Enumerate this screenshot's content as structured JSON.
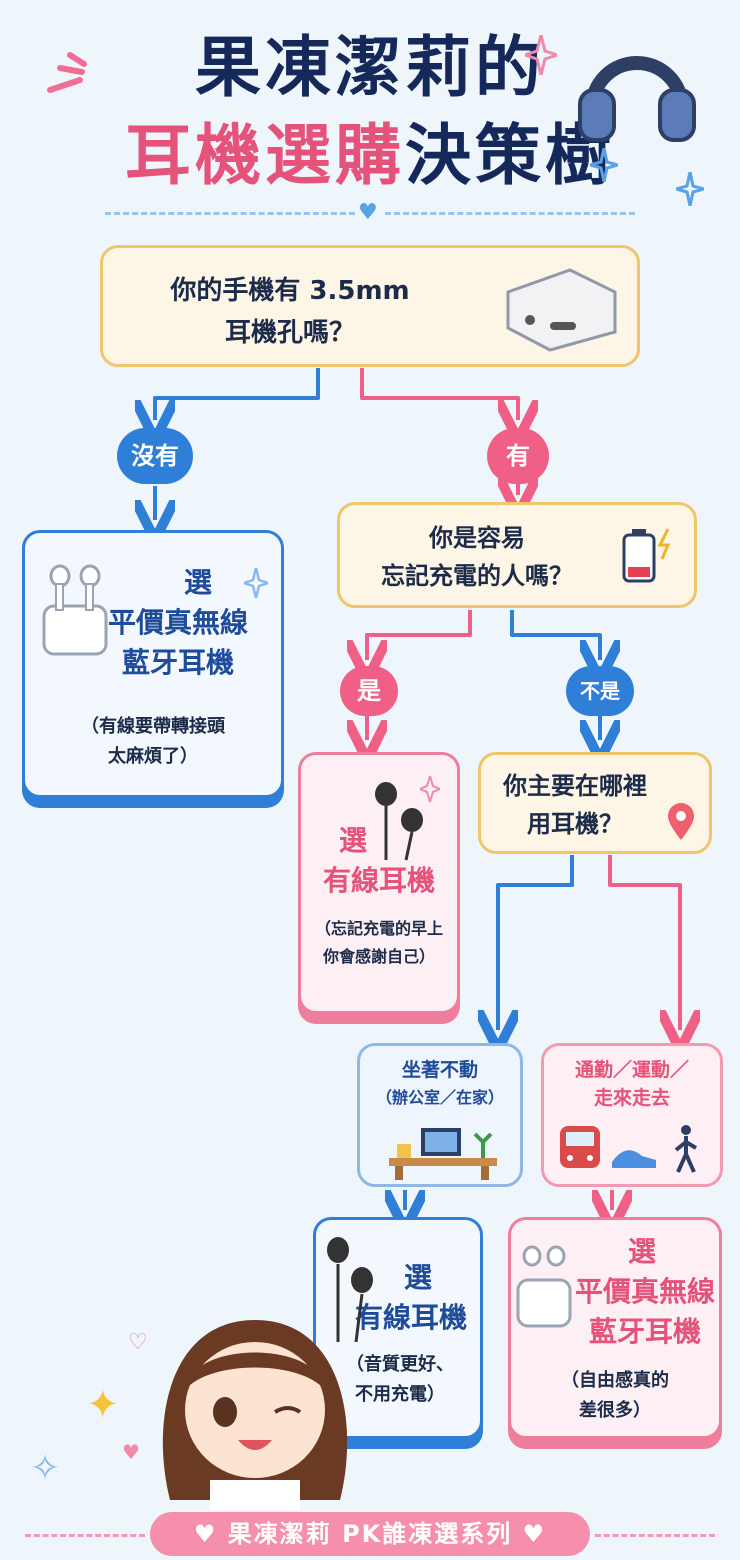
{
  "header": {
    "title_line1": "果凍潔莉的",
    "title_line2_pink": "耳機選購",
    "title_line2_navy": "決策樹"
  },
  "q1": {
    "line1": "你的手機有 3.5mm",
    "line2": "耳機孔嗎？"
  },
  "b_no": "沒有",
  "b_yes": "有",
  "left_box": {
    "select": "選",
    "line1": "平價真無線",
    "line2": "藍牙耳機",
    "note1": "（有線要帶轉接頭",
    "note2": "太麻煩了）"
  },
  "q2": {
    "line1": "你是容易",
    "line2": "忘記充電的人嗎？"
  },
  "b_is": "是",
  "b_not": "不是",
  "wired_box": {
    "select": "選",
    "line1": "有線耳機",
    "note1": "（忘記充電的早上",
    "note2": "你會感謝自己）"
  },
  "q3": {
    "line1": "你主要在哪裡",
    "line2": "用耳機？"
  },
  "sit": {
    "line1": "坐著不動",
    "line2": "（辦公室／在家）"
  },
  "move": {
    "line1": "通勤／運動／",
    "line2": "走來走去"
  },
  "wired2": {
    "select": "選",
    "line1": "有線耳機",
    "note1": "（音質更好、",
    "note2": "不用充電）"
  },
  "wireless2": {
    "select": "選",
    "line1": "平價真無線",
    "line2": "藍牙耳機",
    "note1": "（自由感真的",
    "note2": "差很多）"
  },
  "footer": "果凍潔莉 PK誰凍選系列",
  "colors": {
    "blue": "#2f7fd8",
    "pink": "#ef5f86",
    "navy": "#15285a"
  }
}
